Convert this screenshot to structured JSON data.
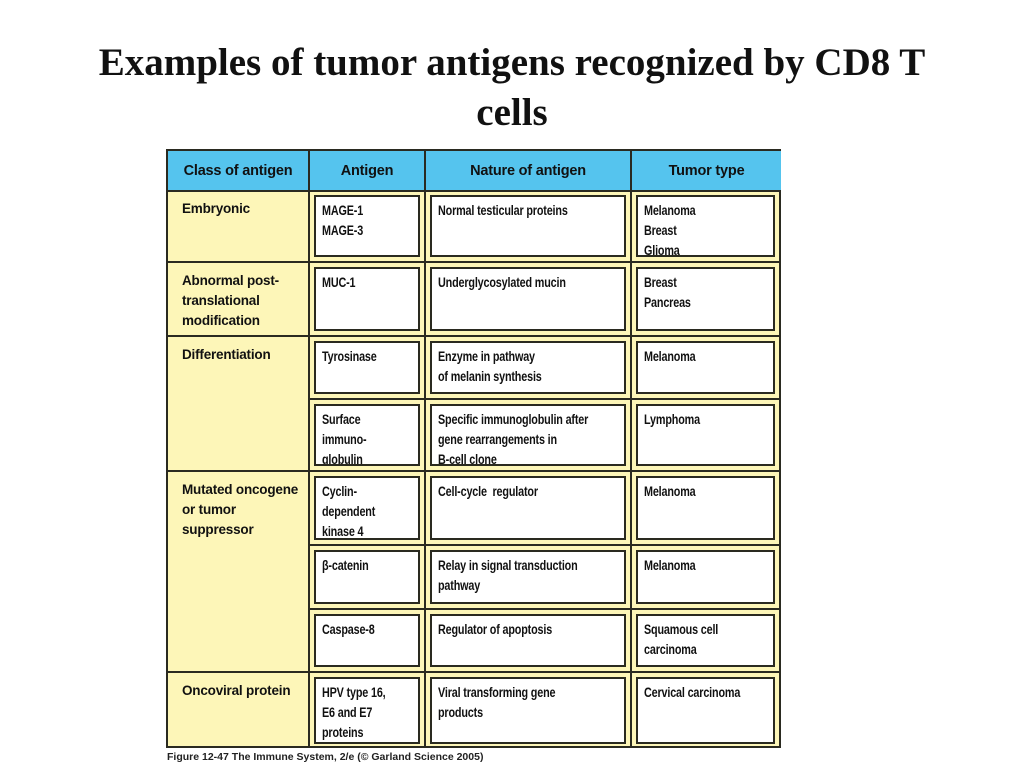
{
  "title": "Examples of tumor antigens recognized by CD8 T\ncells",
  "table": {
    "headers": [
      "Class of antigen",
      "Antigen",
      "Nature of antigen",
      "Tumor type"
    ],
    "groups": [
      {
        "class": "Embryonic",
        "rows": [
          {
            "antigen": "MAGE-1\nMAGE-3",
            "nature": "Normal testicular proteins",
            "tumor": "Melanoma\nBreast\nGlioma"
          }
        ]
      },
      {
        "class": "Abnormal post-\ntranslational\nmodification",
        "rows": [
          {
            "antigen": "MUC-1",
            "nature": "Underglycosylated mucin",
            "tumor": "Breast\nPancreas"
          }
        ]
      },
      {
        "class": "Differentiation",
        "rows": [
          {
            "antigen": "Tyrosinase",
            "nature": "Enzyme in pathway\nof melanin synthesis",
            "tumor": "Melanoma"
          },
          {
            "antigen": "Surface\nimmuno-\nglobulin",
            "nature": "Specific immunoglobulin after\ngene rearrangements in\nB-cell clone",
            "tumor": "Lymphoma"
          }
        ]
      },
      {
        "class": "Mutated oncogene\nor tumor\nsuppressor",
        "rows": [
          {
            "antigen": "Cyclin-\ndependent\nkinase 4",
            "nature": "Cell-cycle  regulator",
            "tumor": "Melanoma"
          },
          {
            "antigen": "β-catenin",
            "nature": "Relay in signal transduction\npathway",
            "tumor": "Melanoma"
          },
          {
            "antigen": "Caspase-8",
            "nature": "Regulator of apoptosis",
            "tumor": "Squamous cell\ncarcinoma"
          }
        ]
      },
      {
        "class": "Oncoviral protein",
        "rows": [
          {
            "antigen": "HPV type 16,\nE6 and E7\nproteins",
            "nature": "Viral transforming gene\nproducts",
            "tumor": "Cervical carcinoma"
          }
        ]
      }
    ]
  },
  "caption": "Figure 12-47 The Immune System, 2/e (© Garland Science 2005)",
  "colors": {
    "header": "#55c4ee",
    "class_column": "#fdf6b8",
    "border": "#2a2a20"
  }
}
